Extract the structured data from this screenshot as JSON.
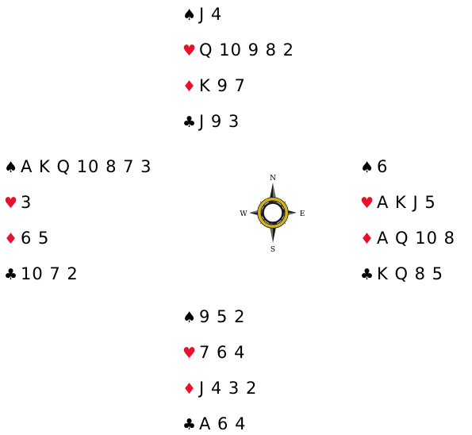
{
  "hands": {
    "north": {
      "spades": "J 4",
      "hearts": "Q 10 9 8 2",
      "diamonds": "K 9 7",
      "clubs": "J 9 3"
    },
    "west": {
      "spades": "A K Q 10 8 7 3",
      "hearts": "3",
      "diamonds": "6 5",
      "clubs": "10 7 2"
    },
    "east": {
      "spades": "6",
      "hearts": "A K J 5",
      "diamonds": "A Q 10 8",
      "clubs": "K Q 8 5"
    },
    "south": {
      "spades": "9 5 2",
      "hearts": "7 6 4",
      "diamonds": "J 4 3 2",
      "clubs": "A 6 4"
    }
  },
  "suit_symbols": {
    "spades": "♠",
    "hearts": "♥",
    "diamonds": "♦",
    "clubs": "♣"
  },
  "compass": {
    "north": "N",
    "south": "S",
    "east": "E",
    "west": "W"
  },
  "colors": {
    "red_suit": "#e8112d",
    "black_suit": "#000000",
    "compass_ring": "#d4b21a"
  },
  "icons": {
    "compass": "compass-rose-icon"
  }
}
